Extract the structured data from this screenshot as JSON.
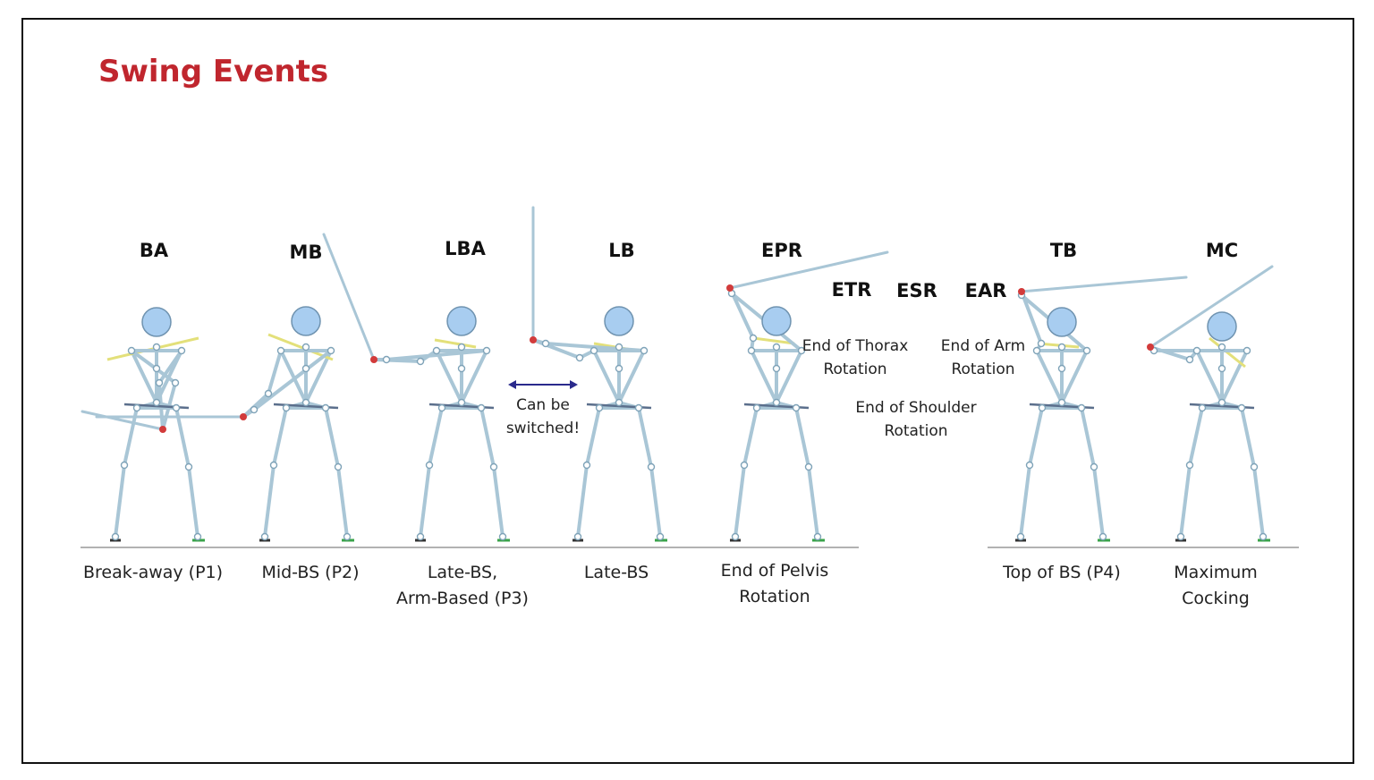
{
  "title": "Swing Events",
  "events": [
    {
      "abbr": "BA",
      "label": [
        "Break-away (P1)"
      ]
    },
    {
      "abbr": "MB",
      "label": [
        "Mid-BS (P2)"
      ]
    },
    {
      "abbr": "LBA",
      "label": [
        "Late-BS,",
        "Arm-Based (P3)"
      ]
    },
    {
      "abbr": "LB",
      "label": [
        "Late-BS"
      ]
    },
    {
      "abbr": "EPR",
      "label": [
        "End of Pelvis",
        "Rotation"
      ]
    },
    {
      "abbr": "TB",
      "label": [
        "Top of BS (P4)"
      ]
    },
    {
      "abbr": "MC",
      "label": [
        "Maximum",
        "Cocking"
      ]
    }
  ],
  "intermediate": [
    {
      "abbr": "ETR",
      "label": [
        "End of Thorax",
        "Rotation"
      ]
    },
    {
      "abbr": "ESR",
      "label": [
        "End of Shoulder",
        "Rotation"
      ]
    },
    {
      "abbr": "EAR",
      "label": [
        "End of Arm",
        "Rotation"
      ]
    }
  ],
  "switch_note": [
    "Can be",
    "switched!"
  ],
  "colors": {
    "title": "#c0262e",
    "bone": "#a9c6d6",
    "head": "#a8cdf0",
    "shoulder_line": "#e3e07a",
    "arrow": "#2a2a8c",
    "ground": "#999999"
  }
}
